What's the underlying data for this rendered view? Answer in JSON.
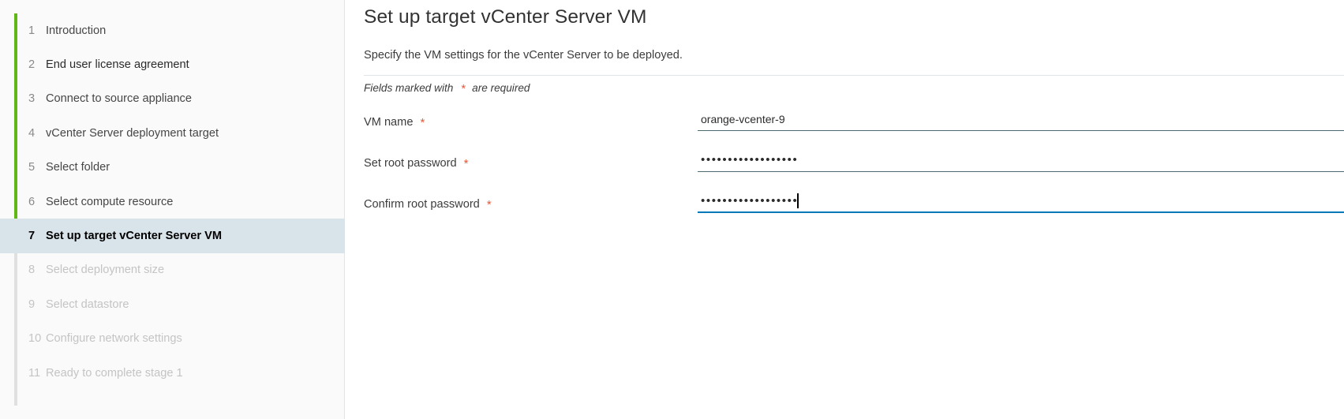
{
  "sidebar": {
    "progress_completed_steps": 6,
    "accent_color": "#5eb715",
    "active_bg_color": "#d9e4ea",
    "items": [
      {
        "num": "1",
        "label": "Introduction",
        "state": "done"
      },
      {
        "num": "2",
        "label": "End user license agreement",
        "state": "emphasis"
      },
      {
        "num": "3",
        "label": "Connect to source appliance",
        "state": "done"
      },
      {
        "num": "4",
        "label": "vCenter Server deployment target",
        "state": "done"
      },
      {
        "num": "5",
        "label": "Select folder",
        "state": "done"
      },
      {
        "num": "6",
        "label": "Select compute resource",
        "state": "done"
      },
      {
        "num": "7",
        "label": "Set up target vCenter Server VM",
        "state": "active"
      },
      {
        "num": "8",
        "label": "Select deployment size",
        "state": "disabled"
      },
      {
        "num": "9",
        "label": "Select datastore",
        "state": "disabled"
      },
      {
        "num": "10",
        "label": "Configure network settings",
        "state": "disabled"
      },
      {
        "num": "11",
        "label": "Ready to complete stage 1",
        "state": "disabled"
      }
    ]
  },
  "main": {
    "title": "Set up target vCenter Server VM",
    "subtitle": "Specify the VM settings for the vCenter Server to be deployed.",
    "required_note_before": "Fields marked with",
    "required_note_star": "*",
    "required_note_after": "are required",
    "required_star_color": "#e8593a",
    "fields": [
      {
        "label": "VM name",
        "required_star": "*",
        "value": "orange-vcenter-9",
        "placeholder": "",
        "type": "text",
        "focused": false,
        "has_info_icon": true,
        "info_icon": "info-circle-icon"
      },
      {
        "label": "Set root password",
        "required_star": "*",
        "value": "••••••••••••••••••",
        "placeholder": "",
        "type": "password",
        "focused": false,
        "has_info_icon": true,
        "info_icon": "info-circle-icon"
      },
      {
        "label": "Confirm root password",
        "required_star": "*",
        "value": "••••••••••••••••••",
        "placeholder": "",
        "type": "password",
        "focused": true,
        "has_info_icon": false,
        "info_icon": ""
      }
    ],
    "focus_underline_color": "#0079b8",
    "underline_color": "#4d6a70"
  }
}
